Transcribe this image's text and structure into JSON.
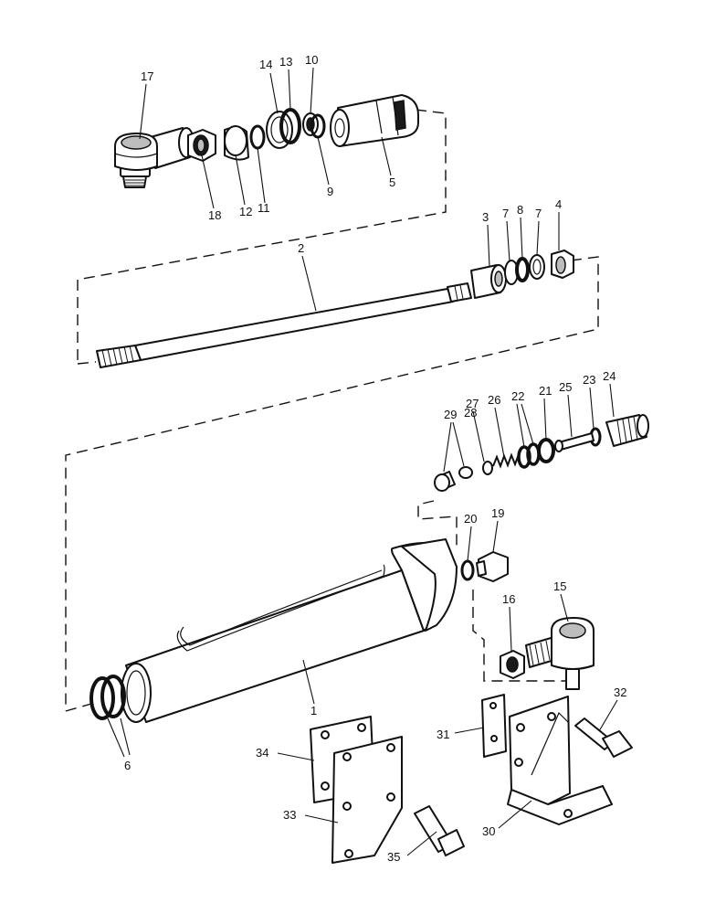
{
  "callouts": {
    "p1": "1",
    "p2": "2",
    "p3": "3",
    "p4": "4",
    "p5": "5",
    "p6": "6",
    "p7a": "7",
    "p7b": "7",
    "p8": "8",
    "p9": "9",
    "p10": "10",
    "p11": "11",
    "p12": "12",
    "p13": "13",
    "p14": "14",
    "p15": "15",
    "p16": "16",
    "p17": "17",
    "p18": "18",
    "p19": "19",
    "p20": "20",
    "p21": "21",
    "p22": "22",
    "p23": "23",
    "p24": "24",
    "p25": "25",
    "p26": "26",
    "p27": "27",
    "p28": "28",
    "p29": "29",
    "p30": "30",
    "p31": "31",
    "p32": "32",
    "p33": "33",
    "p34": "34",
    "p35": "35"
  }
}
